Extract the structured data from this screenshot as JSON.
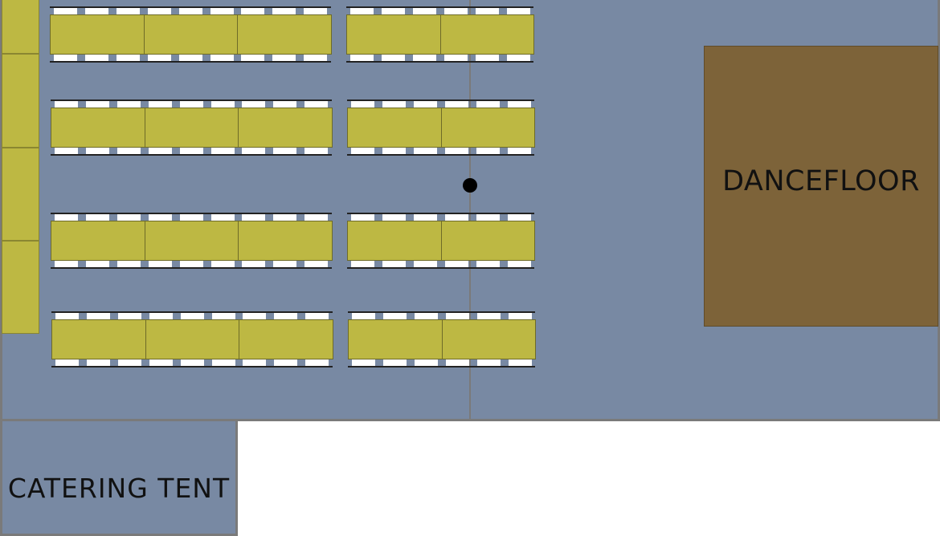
{
  "labels": {
    "dancefloor": "DANCEFLOOR",
    "catering": "CATERING TENT"
  },
  "colors": {
    "floor": "#7889a3",
    "table": "#bdb843",
    "dancefloor": "#7d6339",
    "wall": "#7a7a7a"
  },
  "layout_summary": {
    "table_rows": 4,
    "left_group_tables_per_row": 3,
    "right_group_tables_per_row": 2,
    "chairs_per_table_side": 3,
    "side_tables": 4
  }
}
